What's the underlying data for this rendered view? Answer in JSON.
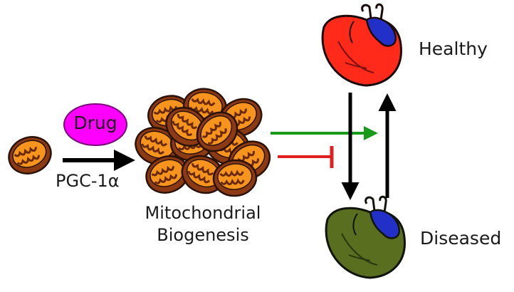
{
  "labels": {
    "drug": "Drug",
    "promoter": "PGC-1α",
    "biogenesis_line1": "Mitochondrial",
    "biogenesis_line2": "Biogenesis",
    "healthy": "Healthy",
    "diseased": "Diseased"
  },
  "colors": {
    "drug_fill": "#ff00ff",
    "mito_outer": "#8b3a14",
    "mito_inner": "#f7941d",
    "healthy_heart": "#ff2a1a",
    "diseased_heart": "#5a6e1f",
    "vessel_blue": "#2330c8",
    "promote_arrow": "#1a9a1a",
    "inhibit_arrow": "#e02020",
    "black_arrow": "#000000"
  },
  "icons": [
    "mitochondrion-icon",
    "heart-icon",
    "drug-pill-icon"
  ]
}
